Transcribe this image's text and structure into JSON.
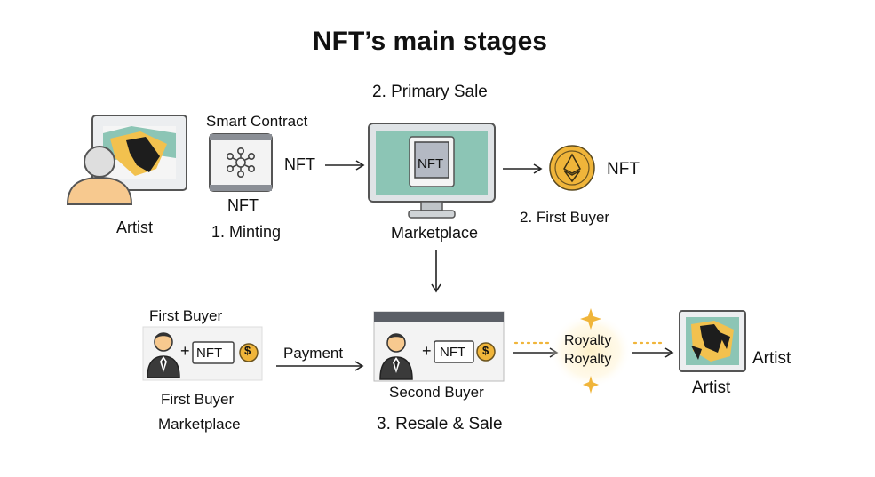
{
  "title": "NFT’s main stages",
  "stage1": {
    "artist_label": "Artist",
    "contract_label": "Smart Contract",
    "contract_nft_label": "NFT",
    "stage_label": "1. Minting",
    "arrow_nft_label": "NFT"
  },
  "stage2": {
    "stage_label": "2. Primary Sale",
    "screen_nft_label": "NFT",
    "marketplace_label": "Marketplace",
    "coin_nft_label": "NFT",
    "first_buyer_label": "2. First Buyer"
  },
  "stage3": {
    "first_buyer_top_label": "First Buyer",
    "card_nft_label": "NFT",
    "card_plus": "+",
    "card_dollar": "$",
    "first_buyer_bottom_label": "First Buyer",
    "marketplace_label": "Marketplace",
    "payment_label": "Payment",
    "second_card_nft_label": "NFT",
    "second_buyer_label": "Second Buyer",
    "stage_label": "3. Resale & Sale",
    "royalty_line1": "Royalty",
    "royalty_line2": "Royalty",
    "artist_right_label": "Artist",
    "artist_bottom_label": "Artist"
  },
  "colors": {
    "accent_yellow": "#f2c14e",
    "accent_teal": "#8cc5b5",
    "gold": "#f0b53a",
    "skin": "#f7c98f"
  }
}
